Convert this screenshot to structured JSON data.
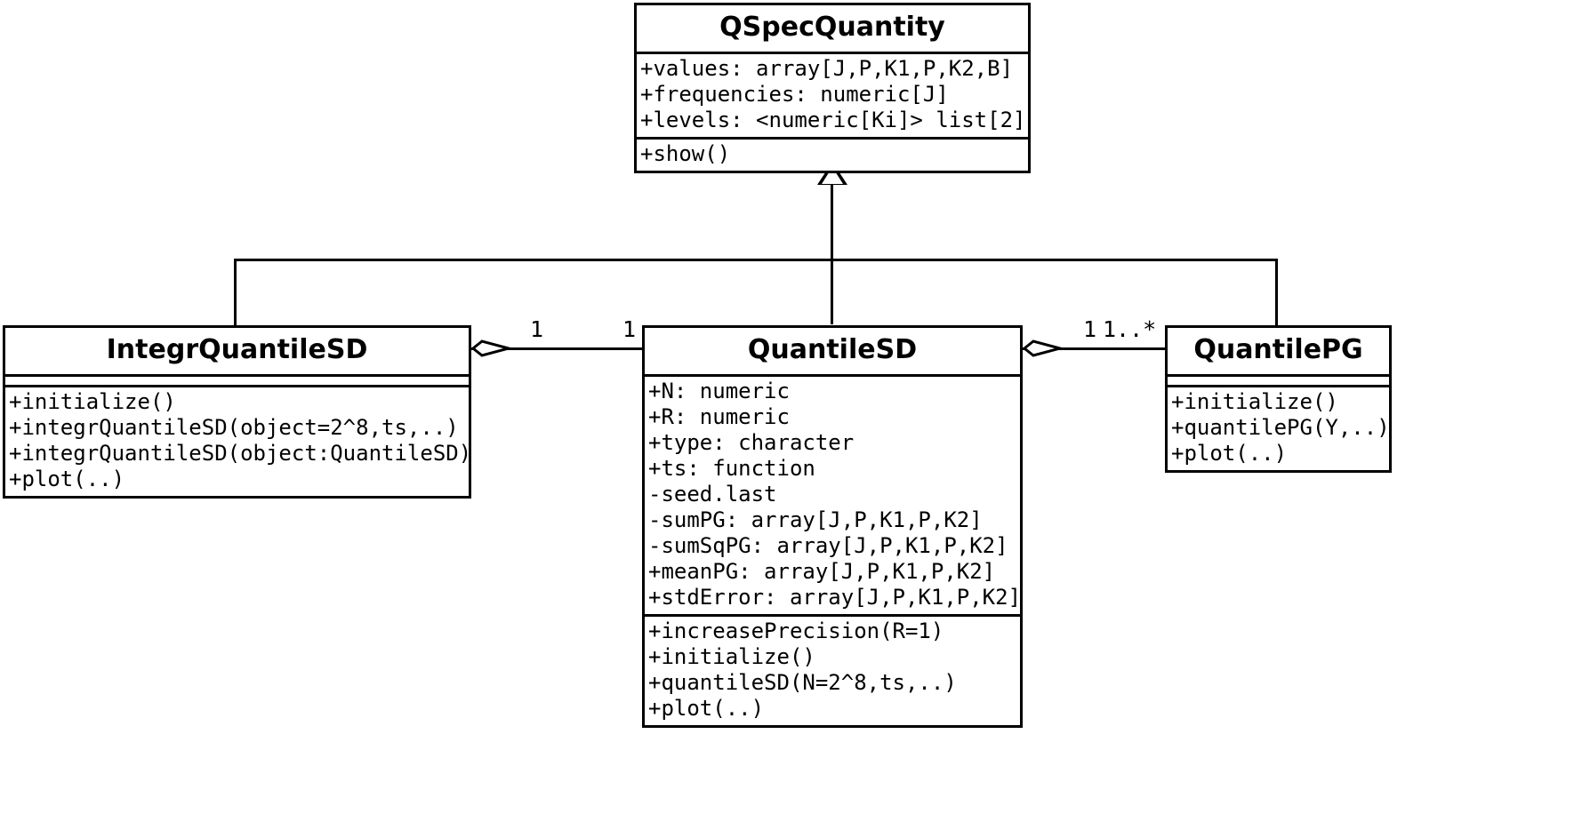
{
  "diagram": {
    "type": "uml-class-diagram",
    "classes": [
      {
        "id": "qspecquantity",
        "name": "QSpecQuantity",
        "attributes": [
          "+values: array[J,P,K1,P,K2,B]",
          "+frequencies: numeric[J]",
          "+levels: <numeric[Ki]> list[2]"
        ],
        "methods": [
          "+show()"
        ]
      },
      {
        "id": "integrquantilesd",
        "name": "IntegrQuantileSD",
        "attributes": [],
        "methods": [
          "+initialize()",
          "+integrQuantileSD(object=2^8,ts,..)",
          "+integrQuantileSD(object:QuantileSD)",
          "+plot(..)"
        ]
      },
      {
        "id": "quantilesd",
        "name": "QuantileSD",
        "attributes": [
          "+N: numeric",
          "+R: numeric",
          "+type: character",
          "+ts: function",
          "-seed.last",
          "-sumPG: array[J,P,K1,P,K2]",
          "-sumSqPG: array[J,P,K1,P,K2]",
          "+meanPG: array[J,P,K1,P,K2]",
          "+stdError: array[J,P,K1,P,K2]"
        ],
        "methods": [
          "+increasePrecision(R=1)",
          "+initialize()",
          "+quantileSD(N=2^8,ts,..)",
          "+plot(..)"
        ]
      },
      {
        "id": "quantilepg",
        "name": "QuantilePG",
        "attributes": [],
        "methods": [
          "+initialize()",
          "+quantilePG(Y,..)",
          "+plot(..)"
        ]
      }
    ],
    "relationships": [
      {
        "id": "gen-integr",
        "kind": "generalization",
        "from": "IntegrQuantileSD",
        "to": "QSpecQuantity"
      },
      {
        "id": "gen-quantilesd",
        "kind": "generalization",
        "from": "QuantileSD",
        "to": "QSpecQuantity"
      },
      {
        "id": "gen-quantilepg",
        "kind": "generalization",
        "from": "QuantilePG",
        "to": "QSpecQuantity"
      },
      {
        "id": "agg-integr-quantilesd",
        "kind": "aggregation",
        "whole": "IntegrQuantileSD",
        "part": "QuantileSD",
        "multiplicity_whole": "1",
        "multiplicity_part": "1"
      },
      {
        "id": "agg-quantilesd-quantilepg",
        "kind": "aggregation",
        "whole": "QuantileSD",
        "part": "QuantilePG",
        "multiplicity_whole": "1",
        "multiplicity_part": "1..*"
      }
    ],
    "colors": {
      "stroke": "#000000",
      "fill": "#ffffff",
      "text": "#000000"
    }
  }
}
